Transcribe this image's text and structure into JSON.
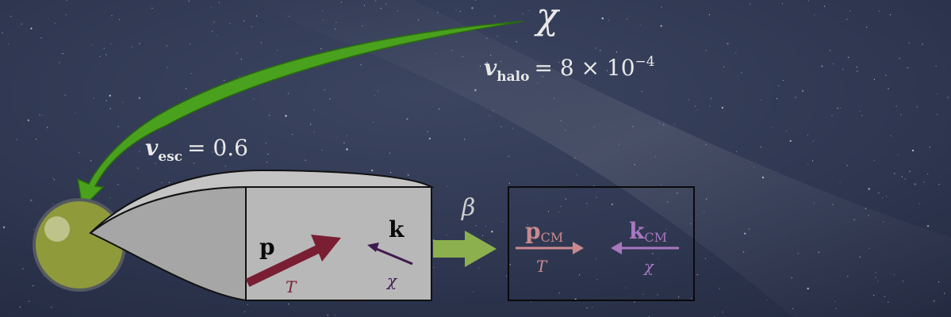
{
  "labels": {
    "chi_big": "χ",
    "v_halo": {
      "symbol": "v",
      "sub": "halo",
      "rest": "= 8 × 10",
      "sup": "−4"
    },
    "v_esc": {
      "symbol": "v",
      "sub": "esc",
      "rest": "= 0.6"
    },
    "beta": "β",
    "p": "p",
    "k": "k",
    "T": "T",
    "chi_small": "χ",
    "p_cm": {
      "symbol": "p",
      "sub": "CM"
    },
    "k_cm": {
      "symbol": "k",
      "sub": "CM"
    },
    "T_cm": "T",
    "chi_cm": "χ"
  },
  "colors": {
    "sky": "#2d3550",
    "star": "#8f9a3a",
    "infall_arrow": "#4aa11e",
    "boost_arrow": "#8db04f",
    "panel": "#b8b8b8",
    "T_arrow": "#7a1f33",
    "chi_arrow": "#3f1a4f",
    "T_cm_arrow": "#c98a8f",
    "chi_cm_arrow": "#a877c0"
  }
}
